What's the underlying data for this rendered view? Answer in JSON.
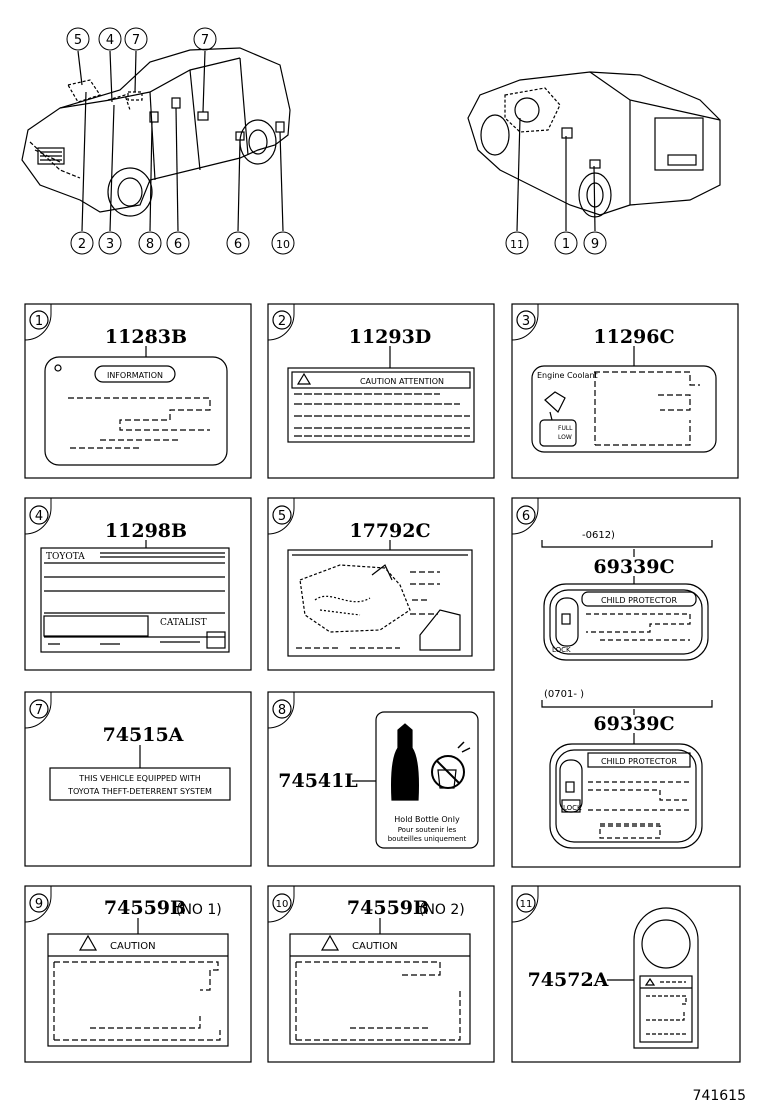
{
  "callouts_top": {
    "front_above": [
      "5",
      "4",
      "7",
      "7"
    ],
    "front_below": [
      "2",
      "3",
      "8",
      "6",
      "6",
      "10"
    ],
    "rear_below": [
      "11",
      "1",
      "9"
    ]
  },
  "panels": [
    {
      "num": "1",
      "part": "11283B",
      "text": "INFORMATION"
    },
    {
      "num": "2",
      "part": "11293D",
      "text": "CAUTION ATTENTION"
    },
    {
      "num": "3",
      "part": "11296C",
      "text": "Engine Coolant",
      "text2": "FULL",
      "text3": "LOW"
    },
    {
      "num": "4",
      "part": "11298B",
      "text": "TOYOTA",
      "text2": "CATALIST"
    },
    {
      "num": "5",
      "part": "17792C"
    },
    {
      "num": "6",
      "range1": "-0612)",
      "part1": "69339C",
      "label1": "CHILD PROTECTOR",
      "lock1": "LOCK",
      "range2": "(0701-        )",
      "part2": "69339C",
      "label2": "CHILD PROTECTOR",
      "lock2": "LOCK"
    },
    {
      "num": "7",
      "part": "74515A",
      "text": "THIS VEHICLE EQUIPPED WITH",
      "text2": "TOYOTA THEFT-DETERRENT SYSTEM"
    },
    {
      "num": "8",
      "part": "74541L",
      "text": "Hold Bottle Only",
      "text2": "Pour soutenir les",
      "text3": "bouteilles uniquement"
    },
    {
      "num": "9",
      "part": "74559B",
      "suffix": "(NO 1)",
      "text": "CAUTION"
    },
    {
      "num": "10",
      "part": "74559B",
      "suffix": "(NO 2)",
      "text": "CAUTION"
    },
    {
      "num": "11",
      "part": "74572A"
    }
  ],
  "diagram_id": "741615"
}
